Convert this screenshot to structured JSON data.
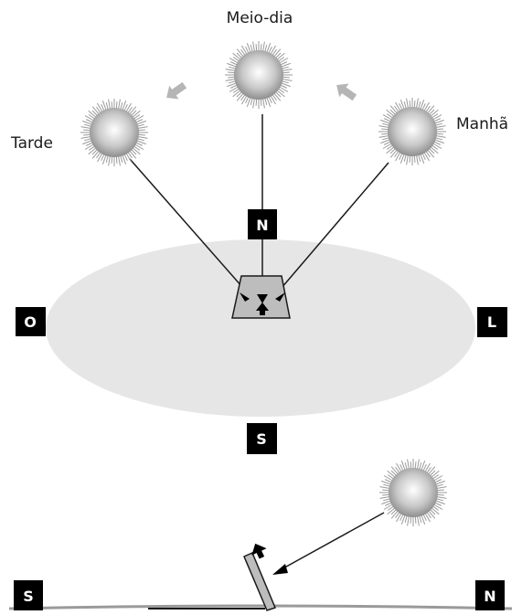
{
  "sun_labels": {
    "noon": "Meio-dia",
    "afternoon": "Tarde",
    "morning": "Manhã"
  },
  "compass": {
    "north": "N",
    "south": "S",
    "west": "O",
    "east": "L"
  },
  "side_view": {
    "left": "S",
    "right": "N"
  },
  "colors": {
    "ground_ellipse": "#e6e6e6",
    "box_fill": "#000000",
    "sun_ray": "#9a9a9a",
    "motion_arrow": "#b5b5b5"
  }
}
